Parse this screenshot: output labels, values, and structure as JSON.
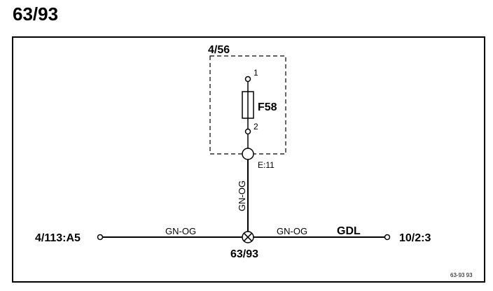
{
  "title": "63/93",
  "component": {
    "box_label": "4/56",
    "fuse_label": "F58",
    "pin_top": "1",
    "pin_bottom": "2",
    "connector_label": "E:11"
  },
  "wires": {
    "vertical_color": "GN-OG",
    "left_color": "GN-OG",
    "right_color": "GN-OG",
    "right_id": "GDL"
  },
  "terminals": {
    "left": "4/113:A5",
    "right": "10/2:3"
  },
  "splice_label": "63/93",
  "ref_code": "63-93  93"
}
